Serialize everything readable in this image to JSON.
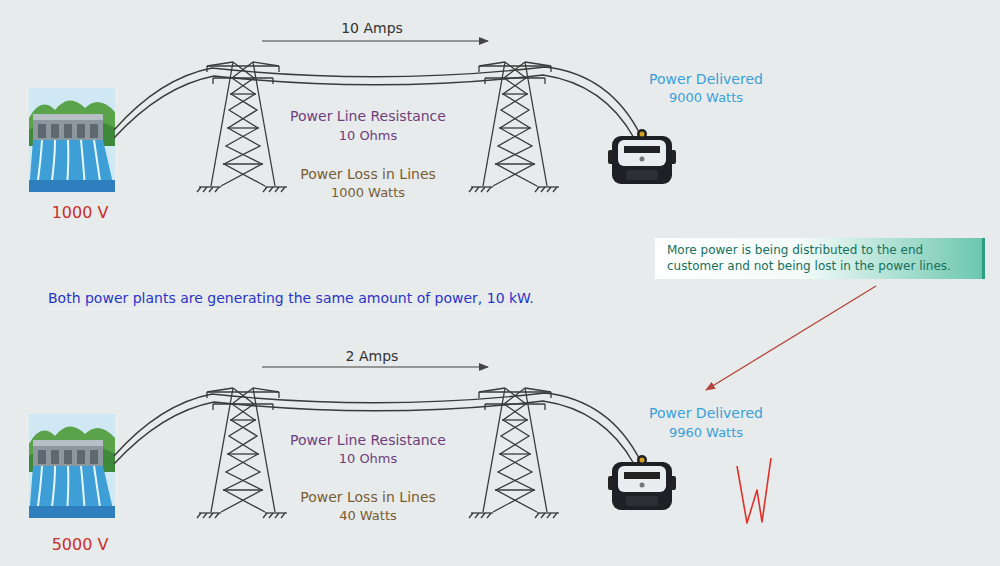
{
  "diagram": {
    "nodes": [
      {
        "text": [
          "More power is being distributed to the end customer and not being lost in the power lines."
        ]
      }
    ],
    "labels": [
      "10 Amps",
      "Power Line Resistance",
      "10 Ohms",
      "Power Loss in Lines",
      "1000 Watts",
      "Power Delivered",
      "9000 Watts",
      "1000 V",
      "Both power plants are generating the same amount of power, 10 kW.",
      "2 Amps",
      "Power Line Resistance",
      "10 Ohms",
      "Power Loss in Lines",
      "40 Watts",
      "Power Delivered",
      "9960 Watts",
      "5000 V"
    ]
  }
}
